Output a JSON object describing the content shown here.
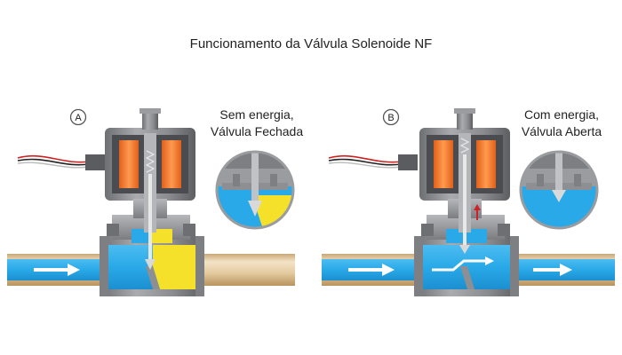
{
  "title": "Funcionamento da Válvula Solenoide NF",
  "panels": [
    {
      "badge": "A",
      "caption_line1": "Sem energia,",
      "caption_line2": "Válvula Fechada"
    },
    {
      "badge": "B",
      "caption_line1": "Com energia,",
      "caption_line2": "Válvula Aberta"
    }
  ],
  "colors": {
    "fluid": "#29a9e8",
    "fluid_blocked": "#f6e12a",
    "coil": "#f07a30",
    "body_metal": "#8d8f92",
    "dark_metal": "#5a5c5f",
    "light_metal": "#c8cacc",
    "pipe": "#e6cfa7",
    "arrow": "#ffffff",
    "plunger_arrow": "#d0202a"
  }
}
